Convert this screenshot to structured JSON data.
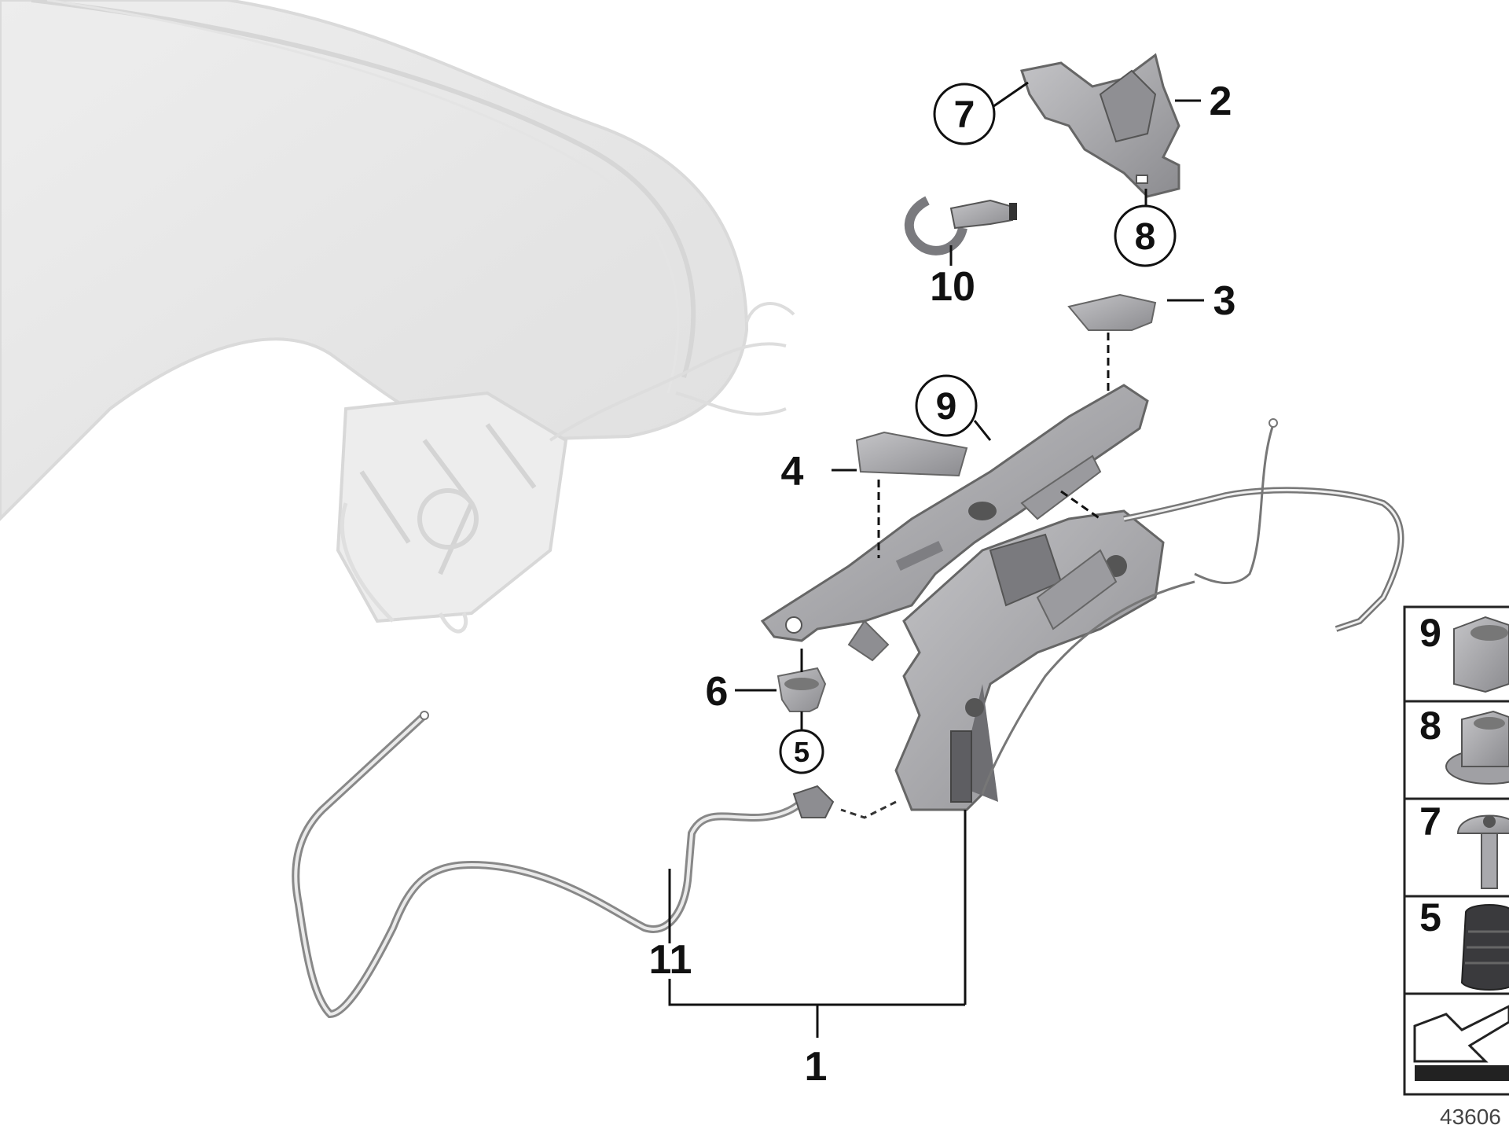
{
  "diagram": {
    "callouts": {
      "c1": "1",
      "c2": "2",
      "c3": "3",
      "c4": "4",
      "c5": "5",
      "c6": "6",
      "c7": "7",
      "c8": "8",
      "c9": "9",
      "c10": "10",
      "c11": "11"
    },
    "legend": [
      {
        "label": "9",
        "icon": "hex-flange-nut-icon"
      },
      {
        "label": "8",
        "icon": "collar-nut-icon"
      },
      {
        "label": "7",
        "icon": "button-head-screw-icon"
      },
      {
        "label": "5",
        "icon": "rubber-buffer-icon"
      },
      {
        "label": "",
        "icon": "direction-arrow-icon"
      }
    ],
    "reference_number": "43606",
    "colors": {
      "part_gray": "#a8a8ab",
      "part_dark": "#6f6f73",
      "ghost": "#e6e6e6",
      "line": "#111111"
    }
  }
}
